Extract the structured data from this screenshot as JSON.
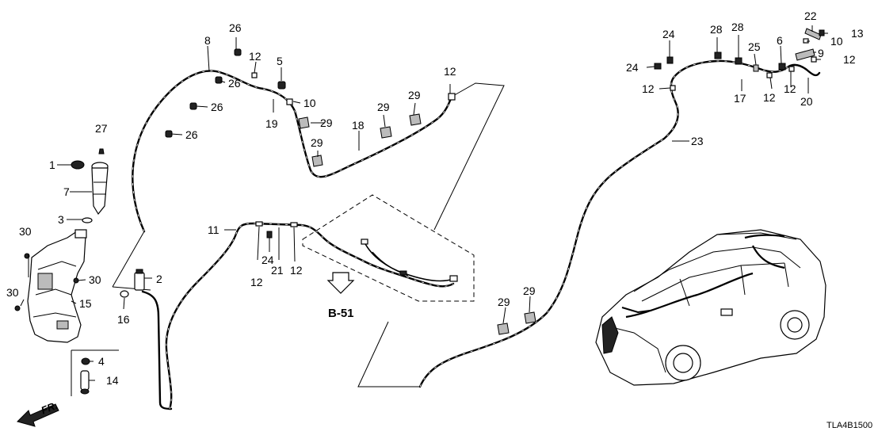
{
  "diagram_code": "TLA4B1500",
  "reference_label": "B-51",
  "direction_label": "FR.",
  "callouts": [
    {
      "id": "c1",
      "text": "1"
    },
    {
      "id": "c2",
      "text": "2"
    },
    {
      "id": "c3",
      "text": "3"
    },
    {
      "id": "c4",
      "text": "4"
    },
    {
      "id": "c5",
      "text": "5"
    },
    {
      "id": "c6",
      "text": "6"
    },
    {
      "id": "c7",
      "text": "7"
    },
    {
      "id": "c8",
      "text": "8"
    },
    {
      "id": "c9",
      "text": "9"
    },
    {
      "id": "c10a",
      "text": "10"
    },
    {
      "id": "c10b",
      "text": "10"
    },
    {
      "id": "c11",
      "text": "11"
    },
    {
      "id": "c12a",
      "text": "12"
    },
    {
      "id": "c12b",
      "text": "12"
    },
    {
      "id": "c12c",
      "text": "12"
    },
    {
      "id": "c12d",
      "text": "12"
    },
    {
      "id": "c12e",
      "text": "12"
    },
    {
      "id": "c12f",
      "text": "12"
    },
    {
      "id": "c12g",
      "text": "12"
    },
    {
      "id": "c12h",
      "text": "12"
    },
    {
      "id": "c12i",
      "text": "12"
    },
    {
      "id": "c13",
      "text": "13"
    },
    {
      "id": "c14",
      "text": "14"
    },
    {
      "id": "c15",
      "text": "15"
    },
    {
      "id": "c16",
      "text": "16"
    },
    {
      "id": "c17",
      "text": "17"
    },
    {
      "id": "c18",
      "text": "18"
    },
    {
      "id": "c19",
      "text": "19"
    },
    {
      "id": "c20",
      "text": "20"
    },
    {
      "id": "c21",
      "text": "21"
    },
    {
      "id": "c22",
      "text": "22"
    },
    {
      "id": "c23",
      "text": "23"
    },
    {
      "id": "c24a",
      "text": "24"
    },
    {
      "id": "c24b",
      "text": "24"
    },
    {
      "id": "c24c",
      "text": "24"
    },
    {
      "id": "c25",
      "text": "25"
    },
    {
      "id": "c26a",
      "text": "26"
    },
    {
      "id": "c26b",
      "text": "26"
    },
    {
      "id": "c26c",
      "text": "26"
    },
    {
      "id": "c26d",
      "text": "26"
    },
    {
      "id": "c26e",
      "text": "26"
    },
    {
      "id": "c27",
      "text": "27"
    },
    {
      "id": "c28a",
      "text": "28"
    },
    {
      "id": "c28b",
      "text": "28"
    },
    {
      "id": "c29a",
      "text": "29"
    },
    {
      "id": "c29b",
      "text": "29"
    },
    {
      "id": "c29c",
      "text": "29"
    },
    {
      "id": "c29d",
      "text": "29"
    },
    {
      "id": "c29e",
      "text": "29"
    },
    {
      "id": "c29f",
      "text": "29"
    },
    {
      "id": "c30a",
      "text": "30"
    },
    {
      "id": "c30b",
      "text": "30"
    },
    {
      "id": "c30c",
      "text": "30"
    }
  ]
}
